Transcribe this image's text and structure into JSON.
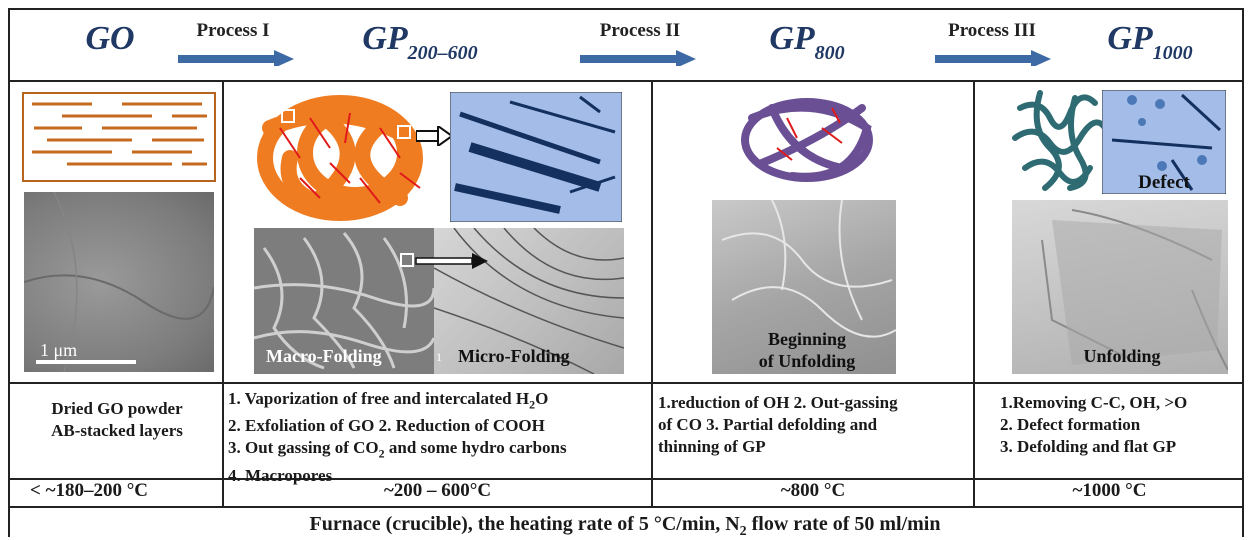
{
  "header": {
    "stages": [
      {
        "main": "GO",
        "sub": ""
      },
      {
        "main": "GP",
        "sub": "200–600"
      },
      {
        "main": "GP",
        "sub": "800"
      },
      {
        "main": "GP",
        "sub": "1000"
      }
    ],
    "processes": [
      "Process I",
      "Process II",
      "Process III"
    ]
  },
  "images": {
    "scale_bar": "1 μm",
    "macro_label": "Macro-Folding",
    "micro_label": "Micro-Folding",
    "small_mark": "1",
    "beginning_label_1": "Beginning",
    "beginning_label_2": "of Unfolding",
    "defect_label": "Defect",
    "unfolding_label": "Unfolding"
  },
  "descriptions": {
    "col1": [
      "Dried GO powder",
      "AB-stacked layers"
    ],
    "col2": {
      "line1_pre": "1. Vaporization of free and intercalated H",
      "line1_sub": "2",
      "line1_post": "O",
      "line2": "2. Exfoliation of GO   2. Reduction of  COOH",
      "line3_pre": "3. Out gassing of CO",
      "line3_sub": "2",
      "line3_post": " and some hydro carbons",
      "line4": "4. Macropores"
    },
    "col3": [
      "1.reduction of OH 2. Out-gassing",
      "of CO  3. Partial defolding and",
      "thinning of GP"
    ],
    "col4": [
      "1.Removing C-C, OH, >O",
      "2. Defect formation",
      "3. Defolding and flat GP"
    ]
  },
  "temperatures": [
    "< ~180–200 °C",
    "~200 – 600°C",
    "~800 °C",
    "~1000 °C"
  ],
  "footer": {
    "pre": "Furnace (crucible), the heating rate of 5 °C/min, N",
    "sub": "2",
    "post": " flow rate of 50 ml/min"
  },
  "colors": {
    "stage_text": "#1f3864",
    "arrow": "#3d6aa5",
    "orange": "#f07c22",
    "purple": "#6a4f95",
    "teal": "#2e6b73",
    "panel_blue": "#a3bde8",
    "line_navy": "#14305e"
  }
}
